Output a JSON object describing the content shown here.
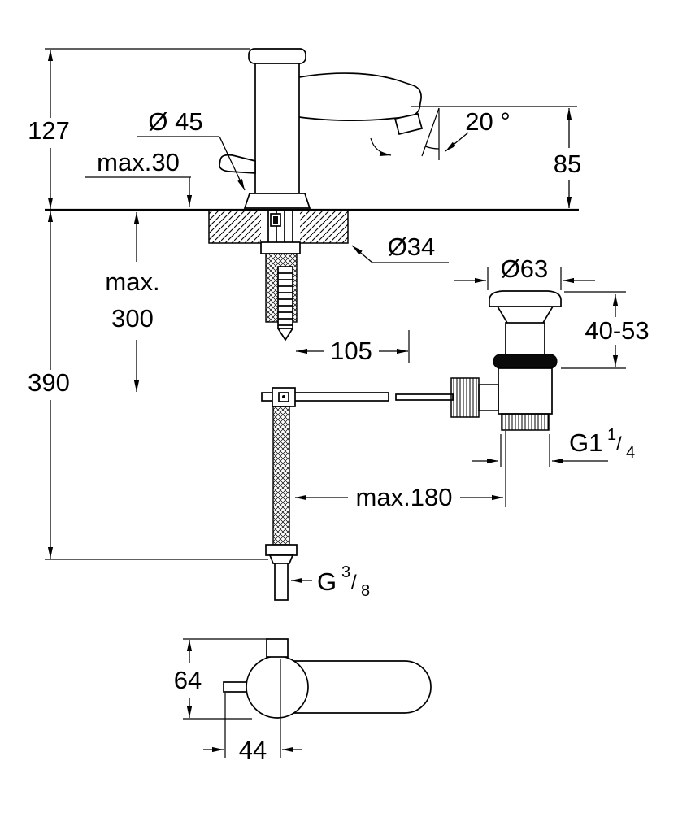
{
  "meta": {
    "background": "#ffffff",
    "ink": "#000000",
    "drawing_type": "faucet-installation-dimension-drawing"
  },
  "labels": {
    "dim_height_above_deck": "127",
    "dim_base_diameter": "Ø 45",
    "dim_deck_thickness": "max.30",
    "dim_spout_angle": "20 °",
    "dim_outlet_height": "85",
    "dim_hole_diameter": "Ø34",
    "dim_below_deck_word": "max.",
    "dim_below_deck_value": "300",
    "dim_total_height": "390",
    "dim_hole_offset": "105",
    "dim_waste_flange": "Ø63",
    "dim_waste_range": "40-53",
    "waste_thread": {
      "base": "G1",
      "num": "1",
      "slash": "/",
      "den": "4"
    },
    "dim_rod_length": "max.180",
    "supply_thread": {
      "base": "G",
      "num": "3",
      "slash": "/",
      "den": "8"
    },
    "dim_body_depth": "64",
    "dim_body_width": "44"
  }
}
